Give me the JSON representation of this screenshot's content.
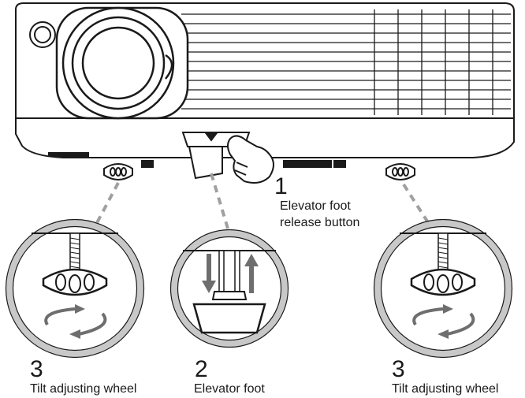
{
  "callouts": {
    "release_button": {
      "number": "1",
      "line1": "Elevator foot",
      "line2": "release button"
    },
    "elevator_foot": {
      "number": "2",
      "label": "Elevator foot"
    },
    "tilt_left": {
      "number": "3",
      "label": "Tilt adjusting wheel"
    },
    "tilt_right": {
      "number": "3",
      "label": "Tilt adjusting wheel"
    }
  },
  "colors": {
    "outline": "#1a1a1a",
    "body_fill": "#ffffff",
    "ring": "#c8c8c8",
    "dash": "#a0a0a0",
    "arrow": "#6e6e6e"
  },
  "icons": [
    "projector",
    "lens",
    "hand-pointer",
    "elevator-foot",
    "tilt-wheel",
    "rotate-arrows",
    "up-down-arrows"
  ]
}
